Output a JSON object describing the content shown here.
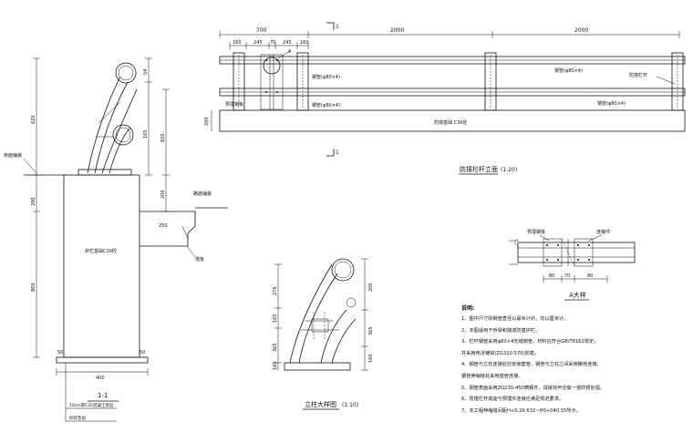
{
  "elevation": {
    "marker_top": "1",
    "marker_bottom": "1",
    "dims_top": [
      "700",
      "2000",
      "2000"
    ],
    "dims_sub": [
      "160",
      "245",
      "70",
      "245",
      "160"
    ],
    "pipe_labels": [
      "钢管(φ80×4)",
      "钢管(φ80×4)",
      "钢管(φ80×4)",
      "钢管(φ80×4)"
    ],
    "base_label": "防撞基础 C30砼",
    "post_label_left": "预埋钢板",
    "post_label_right": "防撞栏杆",
    "detail_marker": "A",
    "side_dim": "200",
    "title": "防撞栏杆立面",
    "scale": "(1:20)"
  },
  "section": {
    "dims_left": [
      "620",
      "200",
      "800"
    ],
    "dims_right": [
      "54",
      "165",
      "820",
      "200"
    ],
    "label_deck": "桥面铺装",
    "label_road": "路面铺装",
    "label_slab": "搭板",
    "label_concrete": "护栏基础C30砼",
    "dim_250": "250",
    "dims_bottom_small": [
      "50",
      "50"
    ],
    "dim_bottom": "400",
    "title": "1-1",
    "note1": "10cm厚C20混凝土垫层",
    "note2": "砂砾垫层"
  },
  "post": {
    "dims_left": [
      "276",
      "165",
      "365",
      "160"
    ],
    "dims_right": [
      "200",
      "365",
      "160"
    ],
    "title": "立柱大样图",
    "scale": "(1:10)"
  },
  "detail_a": {
    "label_left": "预埋钢板",
    "label_right": "连接件",
    "dims": [
      "80",
      "70",
      "80"
    ],
    "title": "A大样"
  },
  "notes": {
    "heading": "说明:",
    "items": [
      "1、图中尺寸除钢管直径以毫米计外，均以厘米计。",
      "2、本图适用于桥梁和隧道防撞护栏。",
      "3、栏杆钢管采用φ80×4无缝钢管，材料应符合GB/T8162规定，",
      "   并采用热浸镀锌(ZG310-570)防腐。",
      "4、钢管与立柱连接处应安装套管，钢管与立柱之间采用螺栓连接，",
      "   钢管伸缩缝处采用插管连接。",
      "5、钢管表面采用ZG230-450铸钢件，焊接完毕应做一道防锈处理。",
      "6、防撞栏杆底座与预埋件连接应满足规范要求。",
      "7、本工程伸缩缝间距H+0.26 632~H0+040.35所示。"
    ]
  }
}
